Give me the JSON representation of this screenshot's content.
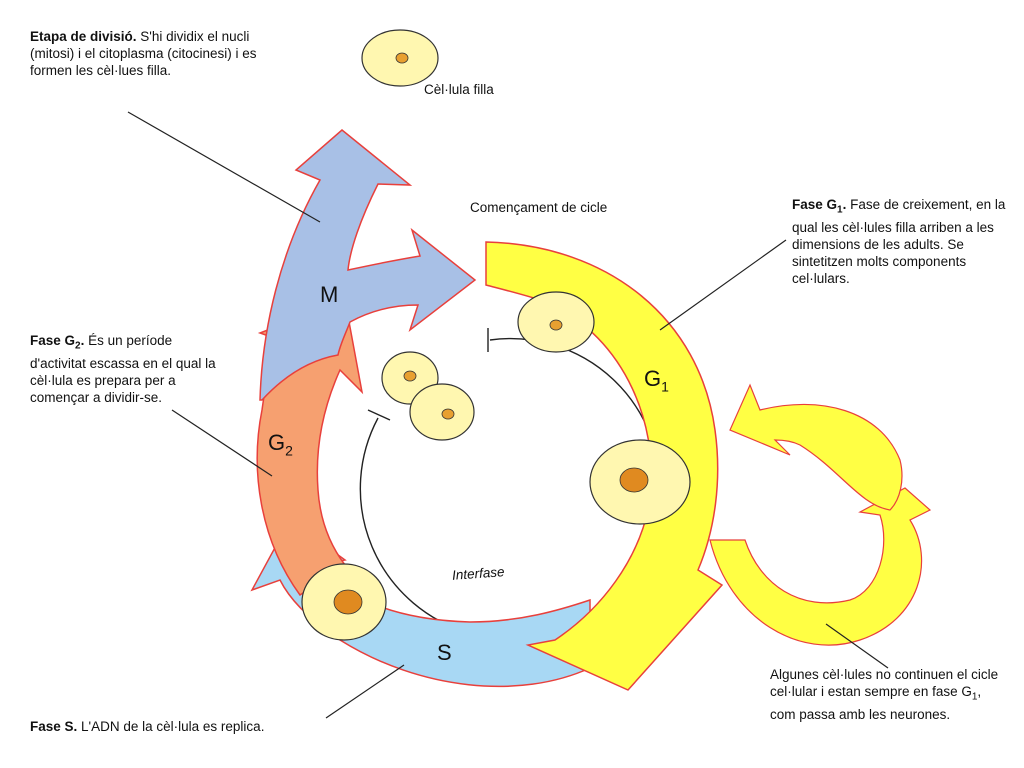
{
  "title_start": "Començament de cicle",
  "daughter_cell_label": "Cèl·lula filla",
  "interphase_label": "Interfase",
  "phases": {
    "M": "M",
    "G1": "G",
    "G1_sub": "1",
    "G2": "G",
    "G2_sub": "2",
    "S": "S"
  },
  "notes": {
    "division": {
      "bold": "Etapa de divisió.",
      "text": " S'hi dividix el nucli (mitosi) i el citoplasma (citocinesi) i es formen les cèl·lues filla."
    },
    "g1": {
      "bold": "Fase G",
      "bold_sub": "1",
      "bold_end": ".",
      "text": " Fase de creixement, en la qual les cèl·lules filla arriben a les dimensions de les adults. Se sintetitzen molts components cel·lulars."
    },
    "g2": {
      "bold": "Fase G",
      "bold_sub": "2",
      "bold_end": ".",
      "text": " És un període d'activitat escassa en el qual la cèl·lula es prepara per a començar a dividir-se."
    },
    "s": {
      "bold": "Fase S.",
      "text": " L'ADN de la cèl·lula es replica."
    },
    "g0": {
      "text_a": "Algunes cèl·lules no continuen el cicle cel·lular i estan sempre en fase G",
      "sub": "1",
      "text_b": ", com passa amb les neurones."
    }
  },
  "colors": {
    "g1": "#ffff44",
    "s": "#a8d8f4",
    "g2": "#f6a070",
    "m": "#a8c0e6",
    "outline": "#e8403c",
    "cell_fill": "#fff7b0",
    "nucleus": "#e8a030"
  }
}
